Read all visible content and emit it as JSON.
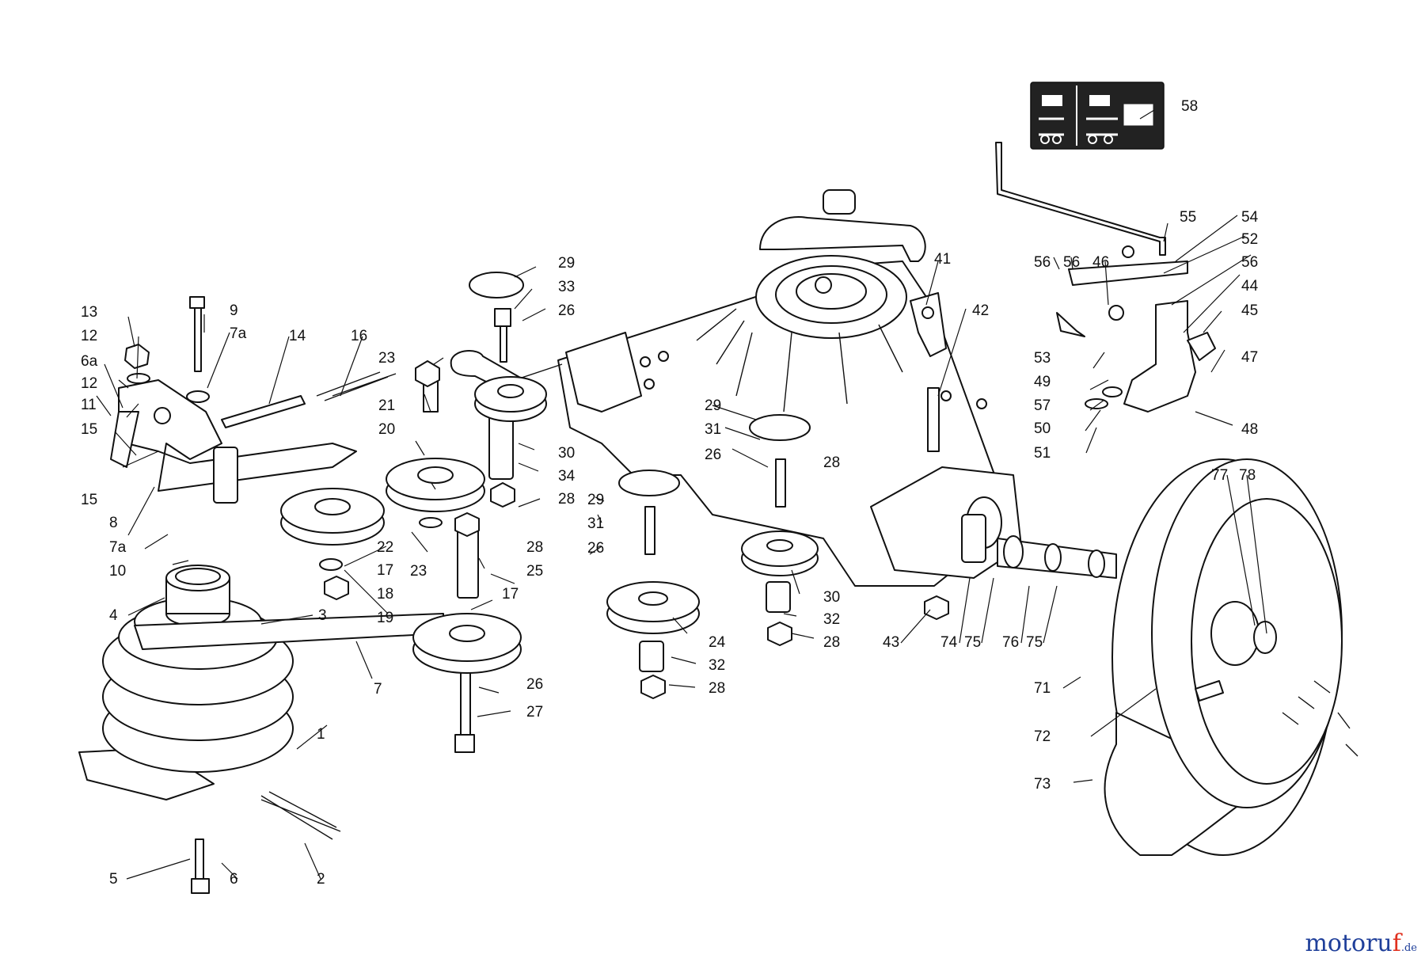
{
  "diagram": {
    "labels": [
      "1",
      "2",
      "3",
      "4",
      "5",
      "6",
      "6a",
      "7",
      "7a",
      "7a",
      "8",
      "9",
      "10",
      "11",
      "12",
      "12",
      "13",
      "14",
      "15",
      "15",
      "16",
      "17",
      "17",
      "18",
      "19",
      "20",
      "21",
      "22",
      "23",
      "23",
      "24",
      "25",
      "26",
      "26",
      "26",
      "26",
      "27",
      "28",
      "28",
      "28",
      "28",
      "28",
      "29",
      "29",
      "29",
      "30",
      "30",
      "31",
      "31",
      "32",
      "32",
      "33",
      "34",
      "41",
      "42",
      "43",
      "44",
      "45",
      "46",
      "47",
      "48",
      "49",
      "50",
      "51",
      "52",
      "53",
      "54",
      "55",
      "56",
      "56",
      "56",
      "57",
      "58",
      "71",
      "72",
      "73",
      "74",
      "75",
      "75",
      "76",
      "77",
      "78"
    ]
  },
  "watermark": {
    "main": "motoru",
    "accent": "f",
    "suffix": ".de",
    "colors": {
      "main": "#1f3f9a",
      "accent": "#e0301e"
    }
  }
}
